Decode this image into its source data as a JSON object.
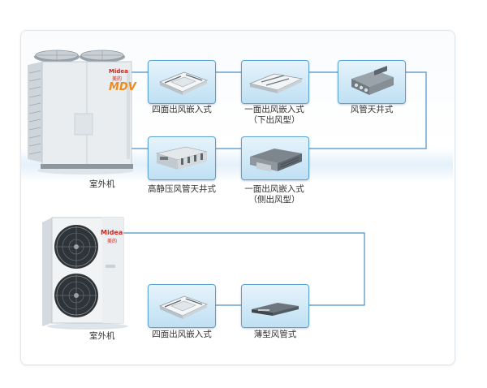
{
  "system1": {
    "outdoor_label": "室外机",
    "brand_text": "Midea",
    "brand_cn": "美的",
    "model_text": "MDV",
    "indoor": [
      {
        "label": "四面出风嵌入式",
        "sub": ""
      },
      {
        "label": "一面出风嵌入式",
        "sub": "（下出风型）"
      },
      {
        "label": "风管天井式",
        "sub": ""
      },
      {
        "label": "高静压风管天井式",
        "sub": ""
      },
      {
        "label": "一面出风嵌入式",
        "sub": "（侧出风型）"
      }
    ]
  },
  "system2": {
    "outdoor_label": "室外机",
    "brand_text": "Midea",
    "brand_cn": "美的",
    "indoor": [
      {
        "label": "四面出风嵌入式",
        "sub": ""
      },
      {
        "label": "薄型风管式",
        "sub": ""
      }
    ]
  },
  "colors": {
    "line": "#4a90c8",
    "tile_border": "#5ba3cf",
    "accent_orange": "#f08a1c",
    "brand_red": "#d0261c"
  }
}
